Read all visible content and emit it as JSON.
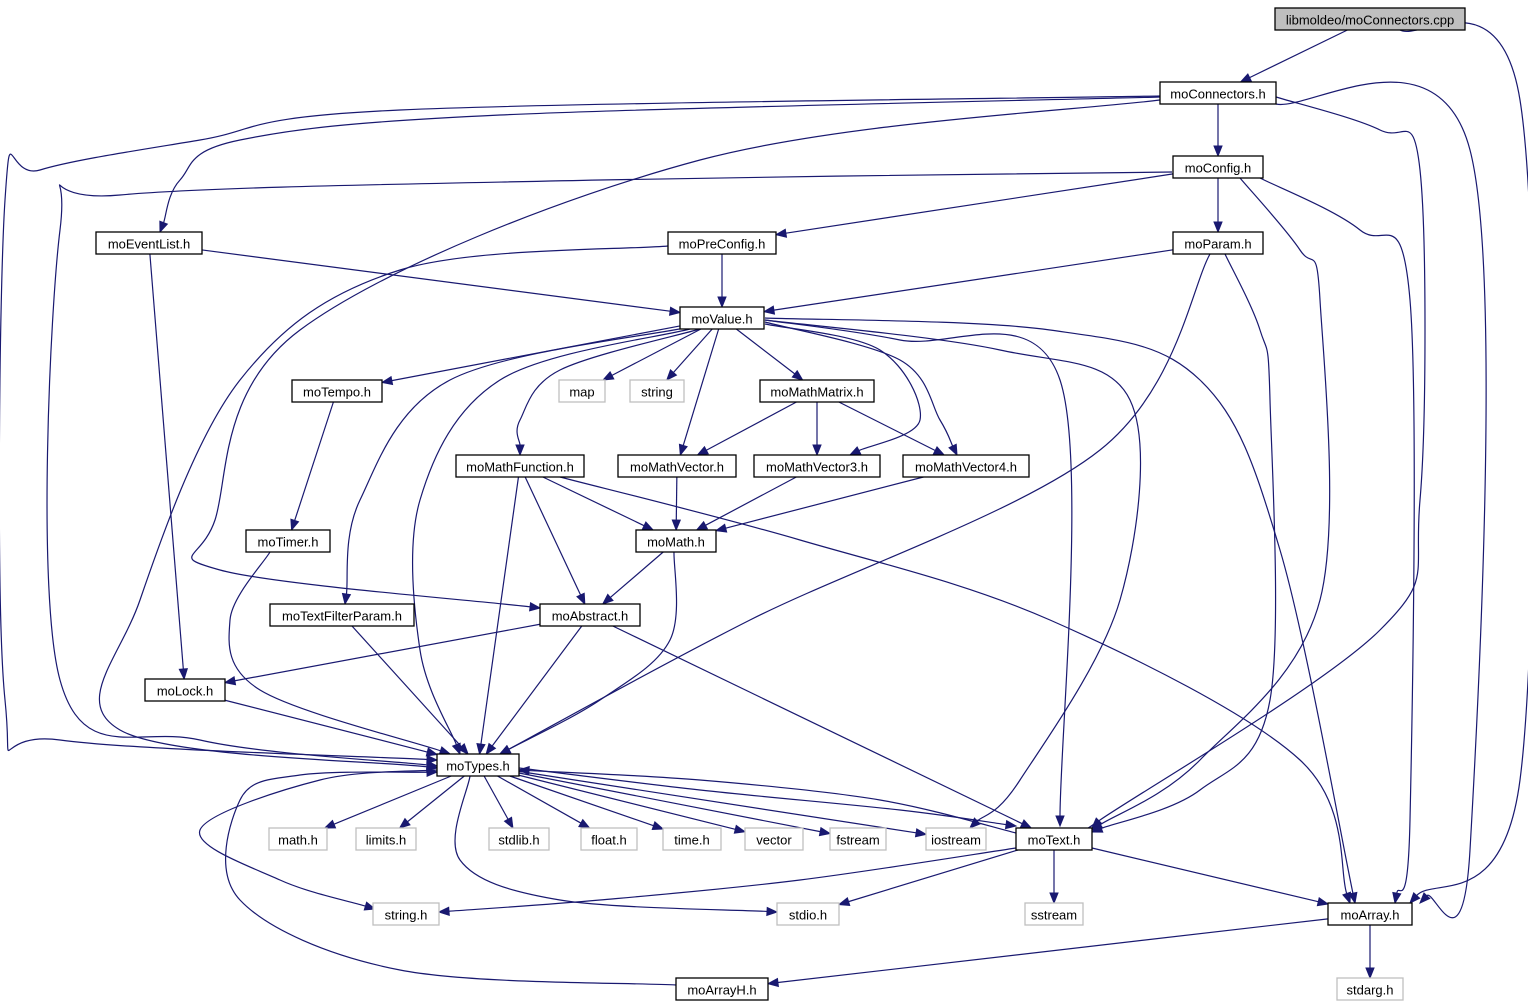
{
  "diagram": {
    "title": "libmoldeo/moConnectors.cpp include dependency graph",
    "colors": {
      "edge": "#191970",
      "root_fill": "#bfbfbf",
      "node_border": "#000000",
      "system_border": "#bfbfbf"
    },
    "nodes": [
      {
        "id": "root",
        "label": "libmoldeo/moConnectors.cpp",
        "kind": "root"
      },
      {
        "id": "moConnectors",
        "label": "moConnectors.h",
        "kind": "local"
      },
      {
        "id": "moConfig",
        "label": "moConfig.h",
        "kind": "local"
      },
      {
        "id": "moEventList",
        "label": "moEventList.h",
        "kind": "local"
      },
      {
        "id": "moPreConfig",
        "label": "moPreConfig.h",
        "kind": "local"
      },
      {
        "id": "moParam",
        "label": "moParam.h",
        "kind": "local"
      },
      {
        "id": "moValue",
        "label": "moValue.h",
        "kind": "local"
      },
      {
        "id": "moTempo",
        "label": "moTempo.h",
        "kind": "local"
      },
      {
        "id": "map",
        "label": "map",
        "kind": "system"
      },
      {
        "id": "string",
        "label": "string",
        "kind": "system"
      },
      {
        "id": "moMathMatrix",
        "label": "moMathMatrix.h",
        "kind": "local"
      },
      {
        "id": "moMathFunction",
        "label": "moMathFunction.h",
        "kind": "local"
      },
      {
        "id": "moMathVector",
        "label": "moMathVector.h",
        "kind": "local"
      },
      {
        "id": "moMathVector3",
        "label": "moMathVector3.h",
        "kind": "local"
      },
      {
        "id": "moMathVector4",
        "label": "moMathVector4.h",
        "kind": "local"
      },
      {
        "id": "moTimer",
        "label": "moTimer.h",
        "kind": "local"
      },
      {
        "id": "moMath",
        "label": "moMath.h",
        "kind": "local"
      },
      {
        "id": "moTextFilterParam",
        "label": "moTextFilterParam.h",
        "kind": "local"
      },
      {
        "id": "moAbstract",
        "label": "moAbstract.h",
        "kind": "local"
      },
      {
        "id": "moLock",
        "label": "moLock.h",
        "kind": "local"
      },
      {
        "id": "moTypes",
        "label": "moTypes.h",
        "kind": "local"
      },
      {
        "id": "math_h",
        "label": "math.h",
        "kind": "system"
      },
      {
        "id": "limits_h",
        "label": "limits.h",
        "kind": "system"
      },
      {
        "id": "stdlib_h",
        "label": "stdlib.h",
        "kind": "system"
      },
      {
        "id": "float_h",
        "label": "float.h",
        "kind": "system"
      },
      {
        "id": "time_h",
        "label": "time.h",
        "kind": "system"
      },
      {
        "id": "vector",
        "label": "vector",
        "kind": "system"
      },
      {
        "id": "fstream",
        "label": "fstream",
        "kind": "system"
      },
      {
        "id": "iostream",
        "label": "iostream",
        "kind": "system"
      },
      {
        "id": "moText",
        "label": "moText.h",
        "kind": "local"
      },
      {
        "id": "string_h",
        "label": "string.h",
        "kind": "system"
      },
      {
        "id": "stdio_h",
        "label": "stdio.h",
        "kind": "system"
      },
      {
        "id": "sstream",
        "label": "sstream",
        "kind": "system"
      },
      {
        "id": "moArray",
        "label": "moArray.h",
        "kind": "local"
      },
      {
        "id": "moArrayH",
        "label": "moArrayH.h",
        "kind": "local"
      },
      {
        "id": "stdarg_h",
        "label": "stdarg.h",
        "kind": "system"
      }
    ],
    "edges": [
      [
        "root",
        "moConnectors"
      ],
      [
        "root",
        "moArray"
      ],
      [
        "moConnectors",
        "moConfig"
      ],
      [
        "moConnectors",
        "moEventList"
      ],
      [
        "moConnectors",
        "moTypes"
      ],
      [
        "moConnectors",
        "moAbstract"
      ],
      [
        "moConnectors",
        "moText"
      ],
      [
        "moConnectors",
        "moArray"
      ],
      [
        "moConfig",
        "moPreConfig"
      ],
      [
        "moConfig",
        "moParam"
      ],
      [
        "moConfig",
        "moTypes"
      ],
      [
        "moConfig",
        "moText"
      ],
      [
        "moConfig",
        "moArray"
      ],
      [
        "moEventList",
        "moValue"
      ],
      [
        "moEventList",
        "moLock"
      ],
      [
        "moPreConfig",
        "moValue"
      ],
      [
        "moPreConfig",
        "moTypes"
      ],
      [
        "moParam",
        "moValue"
      ],
      [
        "moParam",
        "moTypes"
      ],
      [
        "moParam",
        "moText"
      ],
      [
        "moValue",
        "moTempo"
      ],
      [
        "moValue",
        "map"
      ],
      [
        "moValue",
        "string"
      ],
      [
        "moValue",
        "moMathMatrix"
      ],
      [
        "moValue",
        "moMathFunction"
      ],
      [
        "moValue",
        "moMathVector"
      ],
      [
        "moValue",
        "moMathVector3"
      ],
      [
        "moValue",
        "moMathVector4"
      ],
      [
        "moValue",
        "moTextFilterParam"
      ],
      [
        "moValue",
        "moTypes"
      ],
      [
        "moValue",
        "moText"
      ],
      [
        "moValue",
        "iostream"
      ],
      [
        "moValue",
        "moArray"
      ],
      [
        "moTempo",
        "moTimer"
      ],
      [
        "moMathMatrix",
        "moMathVector"
      ],
      [
        "moMathMatrix",
        "moMathVector3"
      ],
      [
        "moMathMatrix",
        "moMathVector4"
      ],
      [
        "moMathFunction",
        "moMath"
      ],
      [
        "moMathFunction",
        "moAbstract"
      ],
      [
        "moMathFunction",
        "moTypes"
      ],
      [
        "moMathFunction",
        "moArray"
      ],
      [
        "moMathVector",
        "moMath"
      ],
      [
        "moMathVector3",
        "moMath"
      ],
      [
        "moMathVector4",
        "moMath"
      ],
      [
        "moTimer",
        "moTypes"
      ],
      [
        "moMath",
        "moAbstract"
      ],
      [
        "moMath",
        "moTypes"
      ],
      [
        "moTextFilterParam",
        "moTypes"
      ],
      [
        "moAbstract",
        "moLock"
      ],
      [
        "moAbstract",
        "moTypes"
      ],
      [
        "moAbstract",
        "moText"
      ],
      [
        "moLock",
        "moTypes"
      ],
      [
        "moTypes",
        "math_h"
      ],
      [
        "moTypes",
        "limits_h"
      ],
      [
        "moTypes",
        "stdlib_h"
      ],
      [
        "moTypes",
        "float_h"
      ],
      [
        "moTypes",
        "time_h"
      ],
      [
        "moTypes",
        "vector"
      ],
      [
        "moTypes",
        "fstream"
      ],
      [
        "moTypes",
        "iostream"
      ],
      [
        "moTypes",
        "string_h"
      ],
      [
        "moTypes",
        "stdio_h"
      ],
      [
        "moTypes",
        "moText"
      ],
      [
        "moText",
        "moTypes"
      ],
      [
        "moText",
        "string_h"
      ],
      [
        "moText",
        "stdio_h"
      ],
      [
        "moText",
        "sstream"
      ],
      [
        "moText",
        "moArray"
      ],
      [
        "moArray",
        "moArrayH"
      ],
      [
        "moArray",
        "stdarg_h"
      ],
      [
        "moArrayH",
        "moTypes"
      ]
    ]
  }
}
